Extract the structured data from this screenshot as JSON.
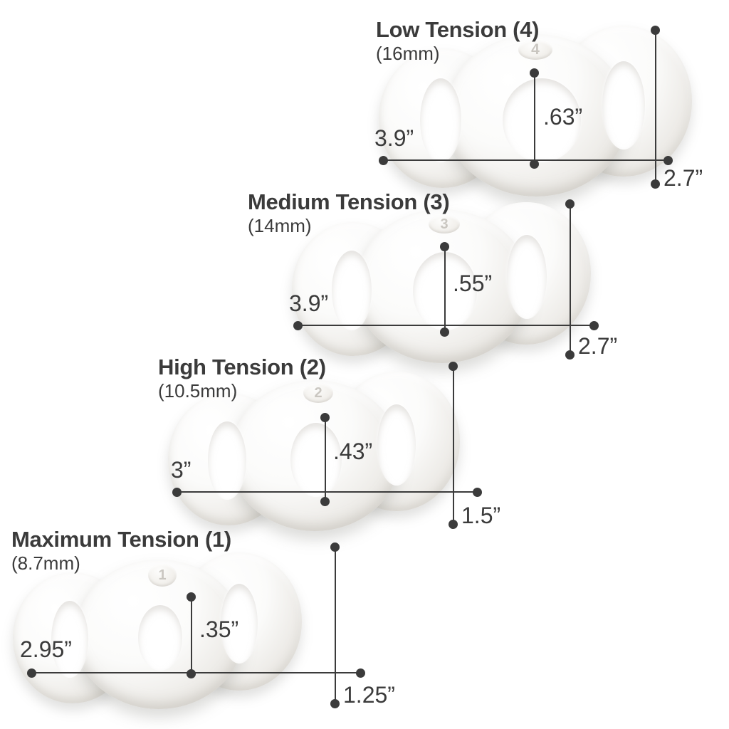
{
  "page": {
    "kind": "product-size-chart",
    "background_color": "#ffffff",
    "ink_color": "#3b3b3b",
    "product_color": "#f1efeb"
  },
  "products": [
    {
      "id": "low-tension-4",
      "title": "Low Tension (4)",
      "thickness": "(16mm)",
      "embossed_number": "4",
      "dimensions": {
        "width": "3.9”",
        "inner_diameter": ".63”",
        "height": "2.7”"
      }
    },
    {
      "id": "medium-tension-3",
      "title": "Medium Tension (3)",
      "thickness": "(14mm)",
      "embossed_number": "3",
      "dimensions": {
        "width": "3.9”",
        "inner_diameter": ".55”",
        "height": "2.7”"
      }
    },
    {
      "id": "high-tension-2",
      "title": "High Tension (2)",
      "thickness": "(10.5mm)",
      "embossed_number": "2",
      "dimensions": {
        "width": "3”",
        "inner_diameter": ".43”",
        "height": "1.5”"
      }
    },
    {
      "id": "maximum-tension-1",
      "title": "Maximum Tension (1)",
      "thickness": "(8.7mm)",
      "embossed_number": "1",
      "dimensions": {
        "width": "2.95”",
        "inner_diameter": ".35”",
        "height": "1.25”"
      }
    }
  ]
}
